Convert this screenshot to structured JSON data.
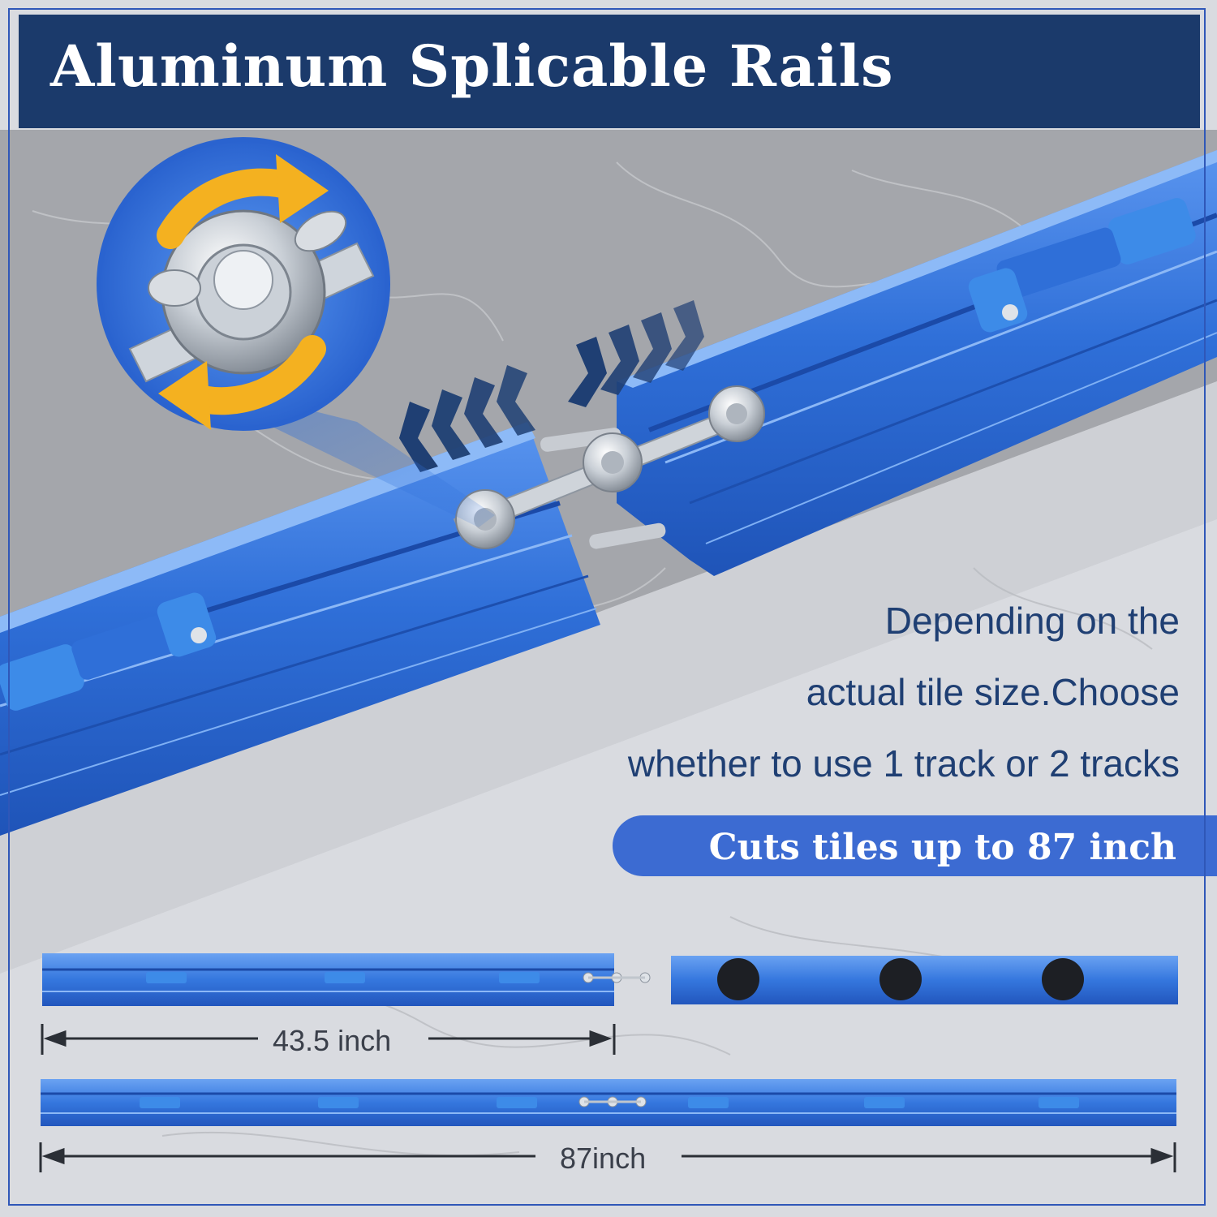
{
  "title": "Aluminum Splicable Rails",
  "description": {
    "line1": "Depending on the",
    "line2": "actual tile size.Choose",
    "line3": "whether to use 1 track or 2 tracks"
  },
  "badge": {
    "text": "Cuts tiles up to 87 inch"
  },
  "dimensions": {
    "short_rail": "43.5 inch",
    "long_rail": "87inch"
  },
  "colors": {
    "title_bar": "#1b3a6b",
    "rail_blue": "#2f6fd8",
    "accent_yellow": "#f4b120",
    "text_navy": "#1f3f73",
    "badge_blue": "#3c6bd2"
  },
  "icons": {
    "rotate": "rotate-arrows-icon",
    "push_right": "chevrons-right-icon",
    "push_left": "chevrons-left-icon"
  }
}
